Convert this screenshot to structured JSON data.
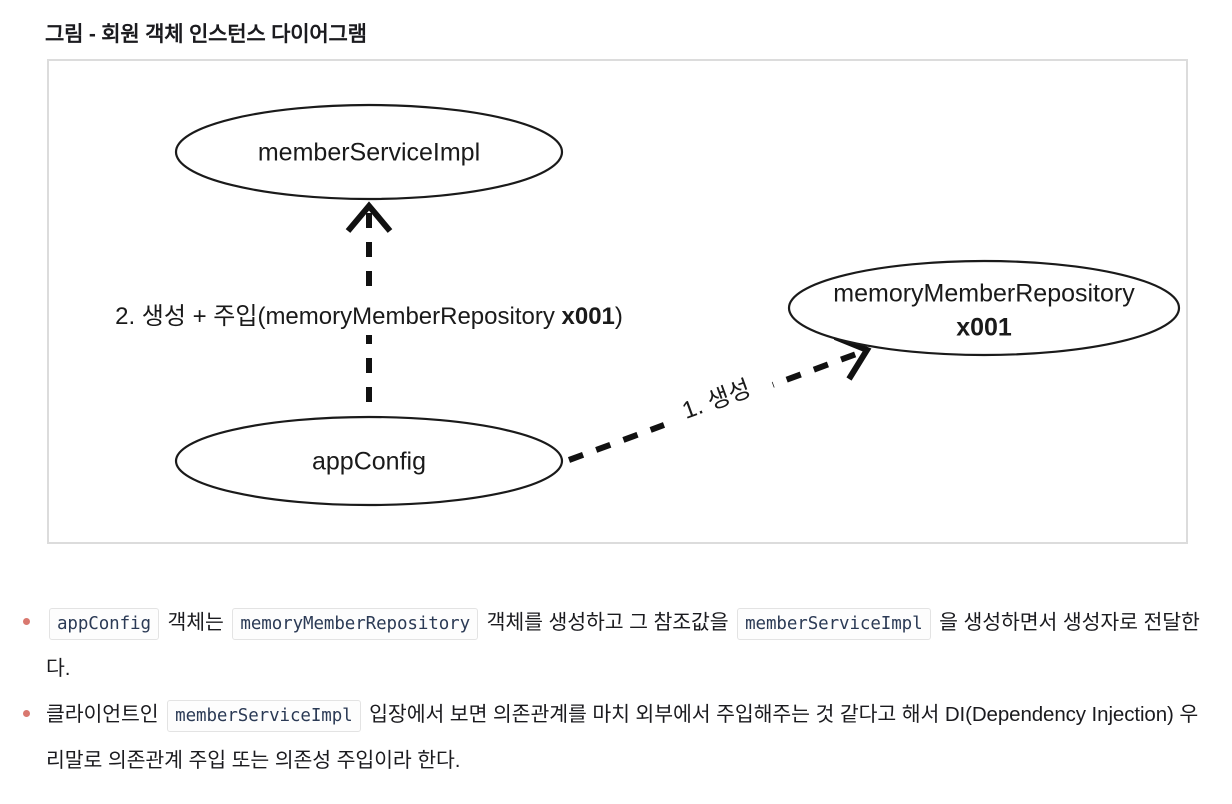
{
  "page": {
    "title": "그림 - 회원 객체 인스턴스 다이어그램"
  },
  "diagram": {
    "nodes": [
      {
        "id": "memberServiceImpl",
        "label": "memberServiceImpl",
        "sub_label": ""
      },
      {
        "id": "memoryMemberRepository",
        "label": "memoryMemberRepository",
        "sub_label": "x001"
      },
      {
        "id": "appConfig",
        "label": "appConfig",
        "sub_label": ""
      }
    ],
    "edges": [
      {
        "id": "edge-create",
        "label_prefix": "1. 생성",
        "label_bold": "",
        "label_suffix": "",
        "from": "appConfig",
        "to": "memoryMemberRepository"
      },
      {
        "id": "edge-inject",
        "label_prefix": "2. 생성 + 주입(memoryMemberRepository ",
        "label_bold": "x001",
        "label_suffix": ")",
        "from": "appConfig",
        "to": "memberServiceImpl"
      }
    ],
    "colors": {
      "frame_border": "#dcdcdc",
      "stroke": "#111111",
      "fill": "#ffffff"
    }
  },
  "notes": {
    "bullet_color": "#d9786f",
    "items": [
      {
        "parts": [
          {
            "type": "code",
            "text": "appConfig"
          },
          {
            "type": "text",
            "text": " 객체는 "
          },
          {
            "type": "code",
            "text": "memoryMemberRepository"
          },
          {
            "type": "text",
            "text": " 객체를 생성하고 그 참조값을 "
          },
          {
            "type": "code",
            "text": "memberServiceImpl"
          },
          {
            "type": "text",
            "text": " 을 생성하면서 생성자로 전달한다."
          }
        ]
      },
      {
        "parts": [
          {
            "type": "text",
            "text": "클라이언트인 "
          },
          {
            "type": "code",
            "text": "memberServiceImpl"
          },
          {
            "type": "text",
            "text": " 입장에서 보면 의존관계를 마치 외부에서 주입해주는 것 같다고 해서 DI(Dependency Injection) 우리말로 의존관계 주입 또는 의존성 주입이라 한다."
          }
        ]
      }
    ]
  }
}
